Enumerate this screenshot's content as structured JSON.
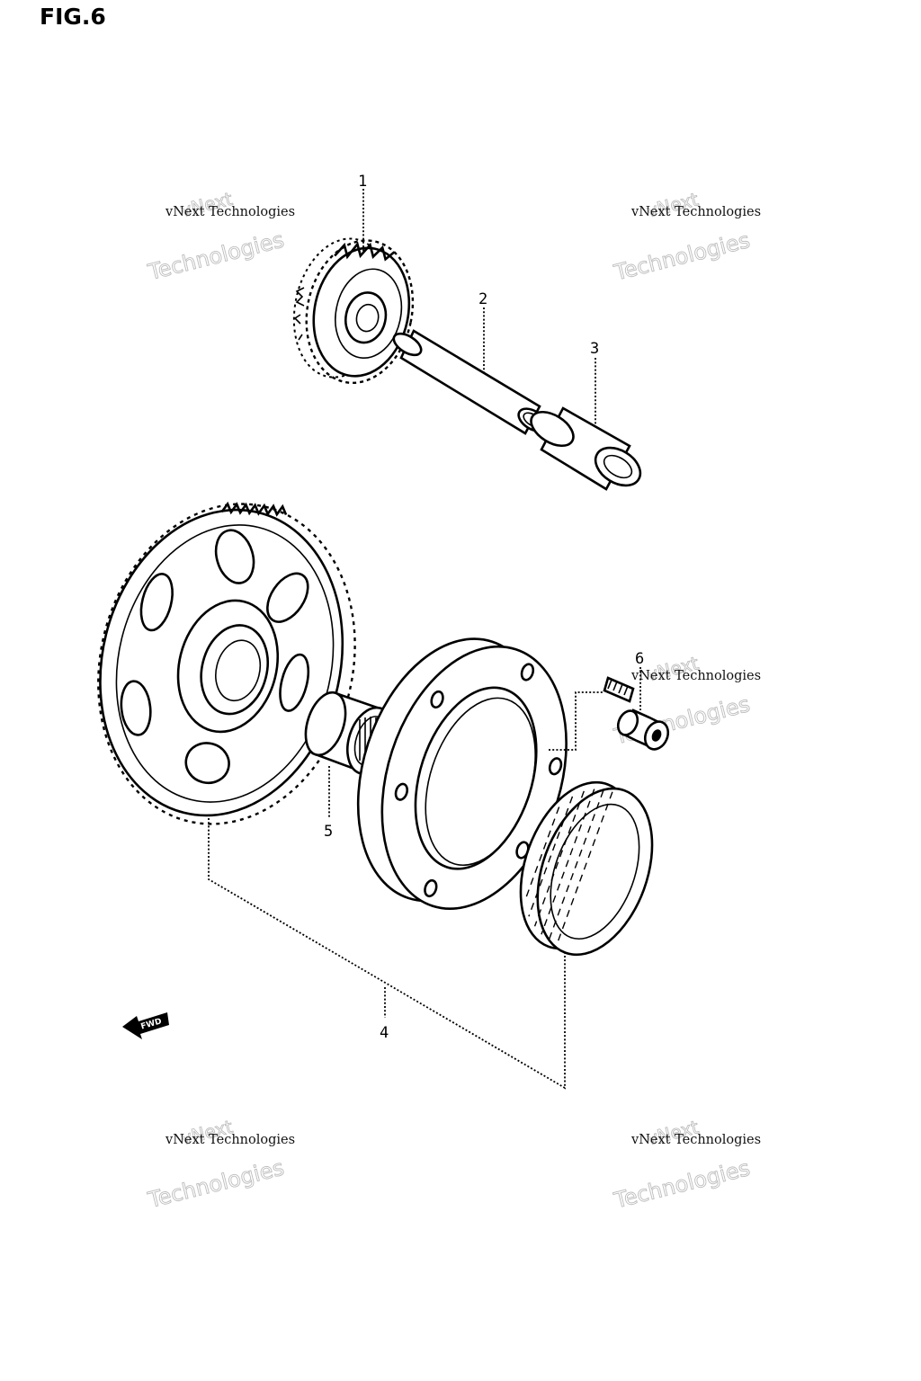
{
  "figure": {
    "title": "FIG.6"
  },
  "callouts": {
    "part1": "1",
    "part2": "2",
    "part3": "3",
    "part4": "4",
    "part5": "5",
    "part6": "6"
  },
  "watermark": {
    "line_small": "vNext Technologies",
    "line_top": "vNext",
    "line_bottom": "Technologies"
  },
  "direction_marker": {
    "label": "FWD"
  }
}
